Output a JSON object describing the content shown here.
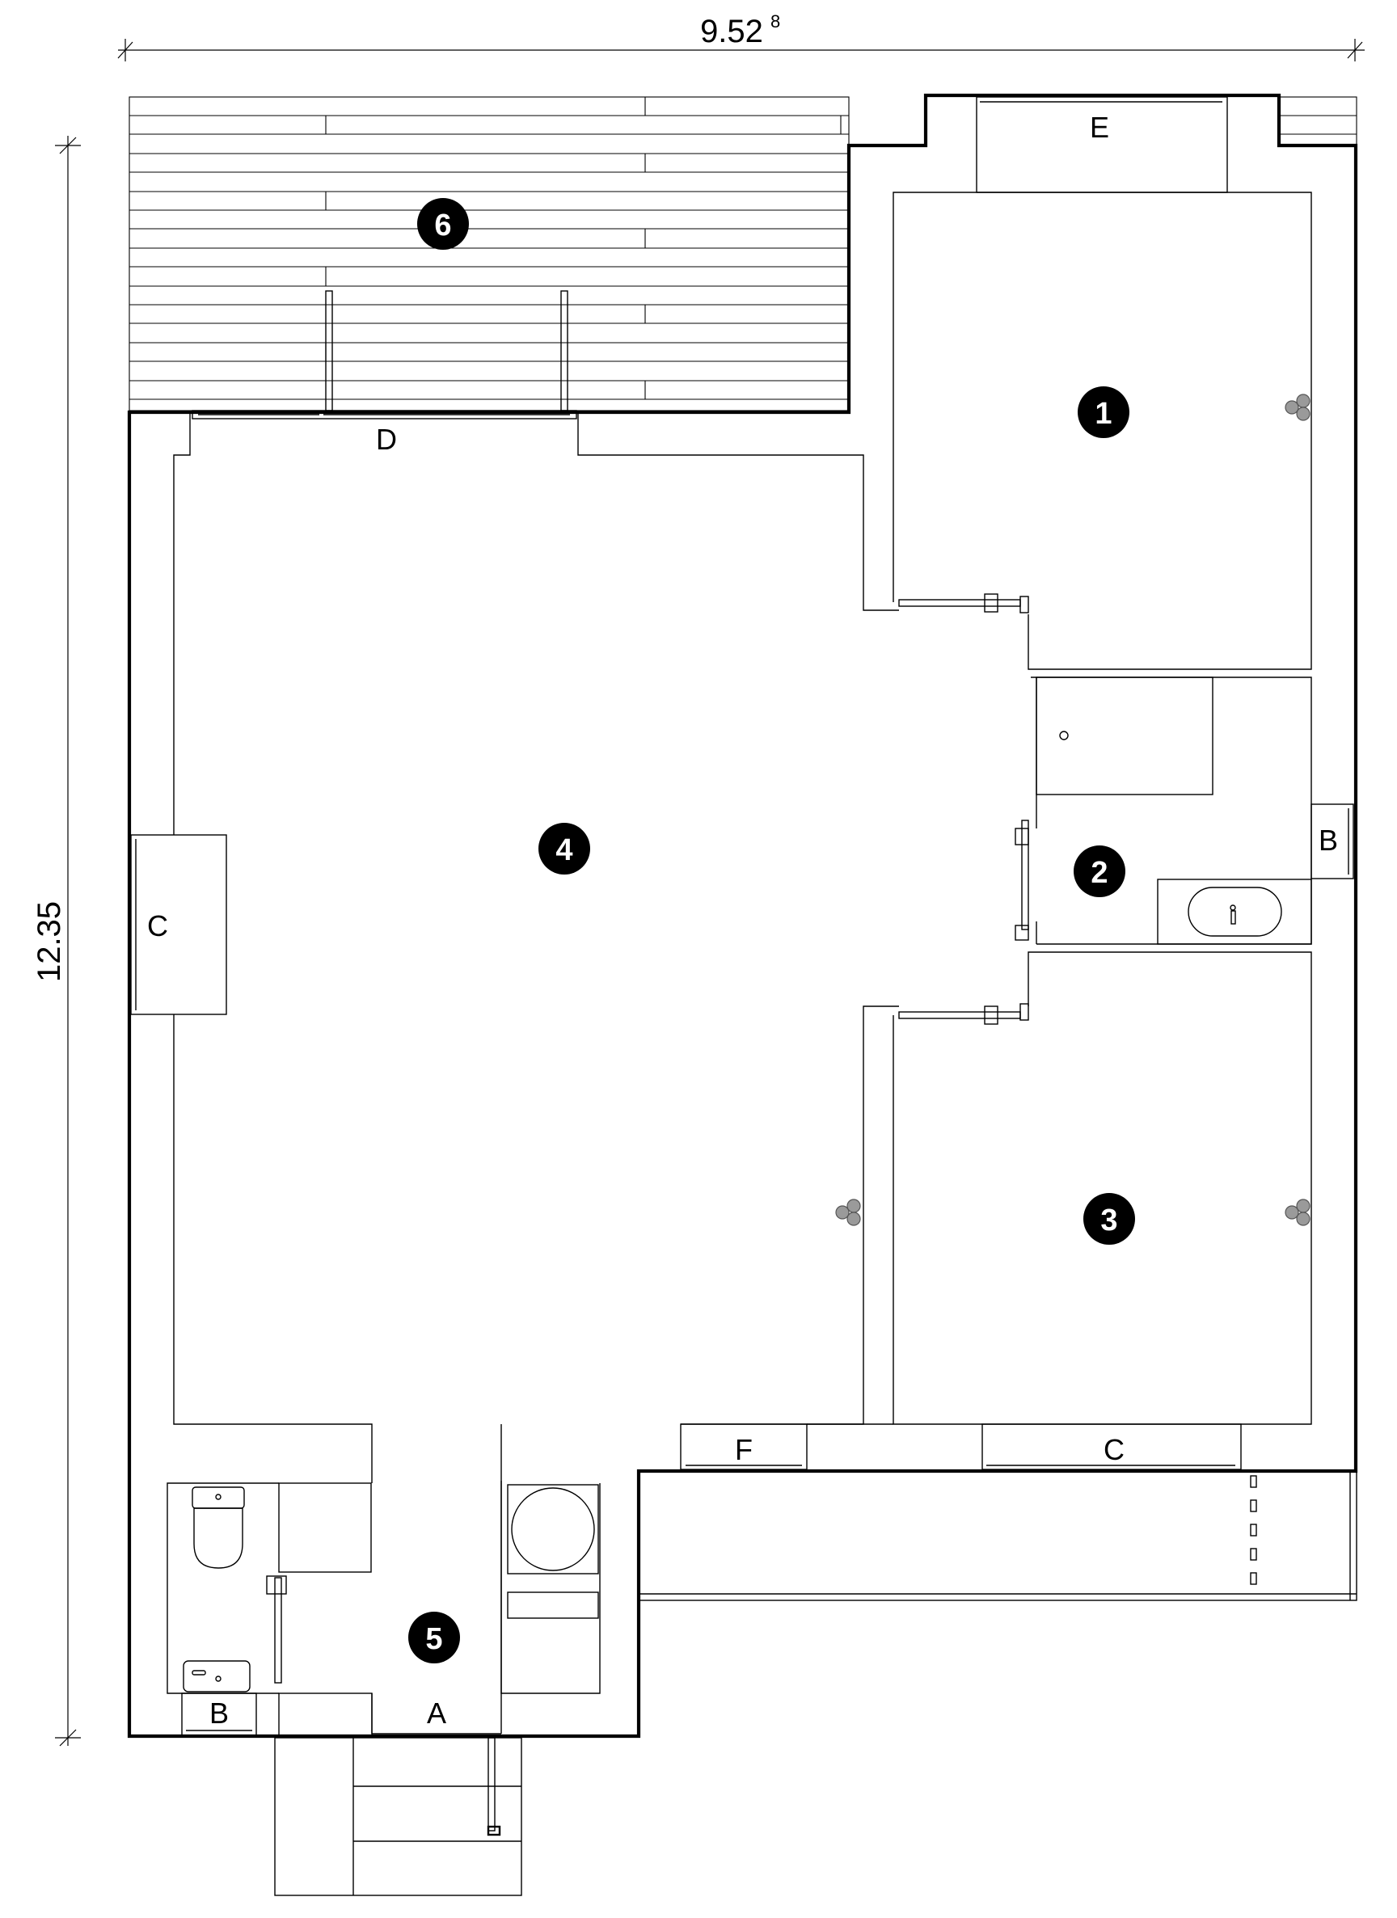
{
  "dimensions": {
    "width_label": "9.52",
    "width_sup": "8",
    "height_label": "12.35"
  },
  "openings": {
    "entrance": "A",
    "bath_window": "B",
    "wc_window": "B",
    "living_window": "C",
    "room3_window": "C",
    "terrace_door": "D",
    "room1_window": "E",
    "kitchen_window": "F"
  },
  "rooms": [
    {
      "id": "room-1",
      "number": "1"
    },
    {
      "id": "room-2",
      "number": "2"
    },
    {
      "id": "room-3",
      "number": "3"
    },
    {
      "id": "room-4",
      "number": "4"
    },
    {
      "id": "room-5",
      "number": "5"
    },
    {
      "id": "room-6",
      "number": "6"
    }
  ],
  "colors": {
    "ink": "#000000",
    "background": "#ffffff",
    "fixture_grey": "#9a9a9a"
  }
}
